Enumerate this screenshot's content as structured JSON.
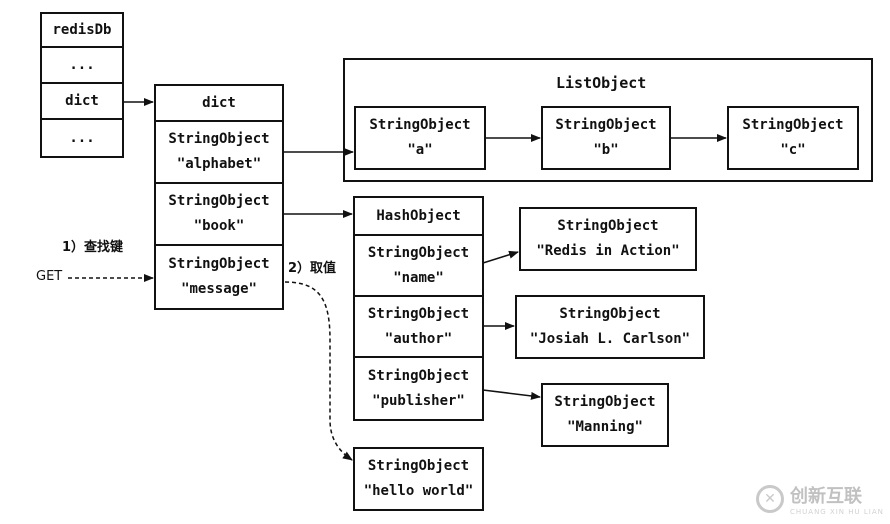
{
  "redisDb": {
    "title": "redisDb",
    "rows": [
      "...",
      "dict",
      "..."
    ]
  },
  "dict": {
    "title": "dict",
    "entries": [
      {
        "type": "StringObject",
        "key": "\"alphabet\""
      },
      {
        "type": "StringObject",
        "key": "\"book\""
      },
      {
        "type": "StringObject",
        "key": "\"message\""
      }
    ]
  },
  "list_object": {
    "title": "ListObject",
    "items": [
      {
        "type": "StringObject",
        "value": "\"a\""
      },
      {
        "type": "StringObject",
        "value": "\"b\""
      },
      {
        "type": "StringObject",
        "value": "\"c\""
      }
    ]
  },
  "hash_object": {
    "title": "HashObject",
    "fields": [
      {
        "type": "StringObject",
        "key": "\"name\""
      },
      {
        "type": "StringObject",
        "key": "\"author\""
      },
      {
        "type": "StringObject",
        "key": "\"publisher\""
      }
    ]
  },
  "hash_values": [
    {
      "type": "StringObject",
      "value": "\"Redis in Action\""
    },
    {
      "type": "StringObject",
      "value": "\"Josiah L. Carlson\""
    },
    {
      "type": "StringObject",
      "value": "\"Manning\""
    }
  ],
  "message_value": {
    "type": "StringObject",
    "value": "\"hello world\""
  },
  "labels": {
    "step1": "1）查找键",
    "step2": "2）取值",
    "get": "GET"
  },
  "watermark": {
    "icon": "chuangxin-logo-icon",
    "text": "创新互联",
    "sub": "CHUANG XIN HU LIAN"
  }
}
